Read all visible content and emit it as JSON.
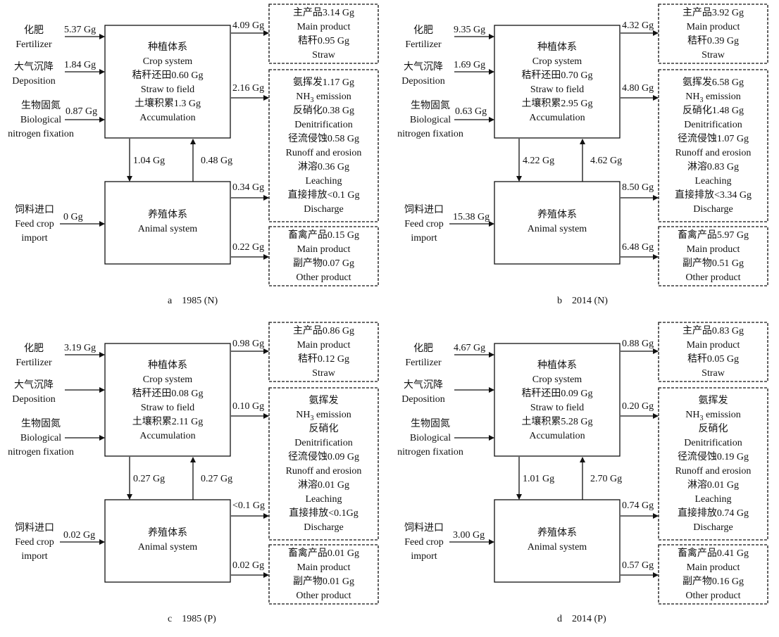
{
  "labels": {
    "fertilizer_cn": "化肥",
    "fertilizer_en": "Fertilizer",
    "deposition_cn": "大气沉降",
    "deposition_en": "Deposition",
    "fixation_cn": "生物固氮",
    "fixation_en1": "Biological",
    "fixation_en2": "nitrogen fixation",
    "feed_cn": "饲料进口",
    "feed_en1": "Feed crop",
    "feed_en2": "import",
    "crop_cn": "种植体系",
    "crop_en": "Crop system",
    "straw_field_en": "Straw to field",
    "accum_en": "Accumulation",
    "animal_cn": "养殖体系",
    "animal_en": "Animal system",
    "main_en": "Main product",
    "straw_en": "Straw",
    "nh3_en_pre": "NH",
    "nh3_en_sub": "3",
    "nh3_en_post": " emission",
    "denit_en": "Denitrification",
    "runoff_en": "Runoff and erosion",
    "leach_en": "Leaching",
    "discharge_en": "Discharge",
    "other_en": "Other product"
  },
  "panels": [
    {
      "caption_letter": "a",
      "caption_year": "1985 (N)",
      "fert": "5.37 Gg",
      "dep": "1.84 Gg",
      "fix": "0.87 Gg",
      "feed": "0 Gg",
      "straw_field": "秸秆还田0.60 Gg",
      "accum": "土壤积累1.3 Gg",
      "down": "1.04 Gg",
      "up": "0.48 Gg",
      "out_crop_prod": "4.09 Gg",
      "out_crop_loss": "2.16 Gg",
      "out_anim_loss": "0.34 Gg",
      "out_anim_prod": "0.22 Gg",
      "main_prod": "主产品3.14 Gg",
      "straw": "秸秆0.95 Gg",
      "nh3": "氨挥发1.17 Gg",
      "denit": "反硝化0.38 Gg",
      "runoff": "径流侵蚀0.58 Gg",
      "leach": "淋溶0.36 Gg",
      "discharge": "直接排放<0.1 Gg",
      "anim_main": "畜禽产品0.15 Gg",
      "anim_other": "副产物0.07 Gg"
    },
    {
      "caption_letter": "b",
      "caption_year": "2014 (N)",
      "fert": "9.35 Gg",
      "dep": "1.69 Gg",
      "fix": "0.63 Gg",
      "feed": "15.38 Gg",
      "straw_field": "秸秆还田0.70 Gg",
      "accum": "土壤积累2.95 Gg",
      "down": "4.22 Gg",
      "up": "4.62 Gg",
      "out_crop_prod": "4.32 Gg",
      "out_crop_loss": "4.80 Gg",
      "out_anim_loss": "8.50 Gg",
      "out_anim_prod": "6.48 Gg",
      "main_prod": "主产品3.92 Gg",
      "straw": "秸秆0.39 Gg",
      "nh3": "氨挥发6.58 Gg",
      "denit": "反硝化1.48 Gg",
      "runoff": "径流侵蚀1.07 Gg",
      "leach": "淋溶0.83 Gg",
      "discharge": "直接排放<3.34 Gg",
      "anim_main": "畜禽产品5.97 Gg",
      "anim_other": "副产物0.51 Gg"
    },
    {
      "caption_letter": "c",
      "caption_year": "1985 (P)",
      "fert": "3.19 Gg",
      "dep": "",
      "fix": "",
      "feed": "0.02 Gg",
      "straw_field": "秸秆还田0.08 Gg",
      "accum": "土壤积累2.11 Gg",
      "down": "0.27 Gg",
      "up": "0.27 Gg",
      "out_crop_prod": "0.98 Gg",
      "out_crop_loss": "0.10 Gg",
      "out_anim_loss": "<0.1 Gg",
      "out_anim_prod": "0.02 Gg",
      "main_prod": "主产品0.86 Gg",
      "straw": "秸秆0.12 Gg",
      "nh3": "氨挥发",
      "denit": "反硝化",
      "runoff": "径流侵蚀0.09 Gg",
      "leach": "淋溶0.01 Gg",
      "discharge": "直接排放<0.1Gg",
      "anim_main": "畜禽产品0.01 Gg",
      "anim_other": "副产物0.01 Gg"
    },
    {
      "caption_letter": "d",
      "caption_year": "2014 (P)",
      "fert": "4.67 Gg",
      "dep": "",
      "fix": "",
      "feed": "3.00 Gg",
      "straw_field": "秸秆还田0.09 Gg",
      "accum": "土壤积累5.28 Gg",
      "down": "1.01 Gg",
      "up": "2.70 Gg",
      "out_crop_prod": "0.88 Gg",
      "out_crop_loss": "0.20 Gg",
      "out_anim_loss": "0.74 Gg",
      "out_anim_prod": "0.57 Gg",
      "main_prod": "主产品0.83 Gg",
      "straw": "秸秆0.05 Gg",
      "nh3": "氨挥发",
      "denit": "反硝化",
      "runoff": "径流侵蚀0.19 Gg",
      "leach": "淋溶0.01 Gg",
      "discharge": "直接排放0.74 Gg",
      "anim_main": "畜禽产品0.41 Gg",
      "anim_other": "副产物0.16 Gg"
    }
  ]
}
